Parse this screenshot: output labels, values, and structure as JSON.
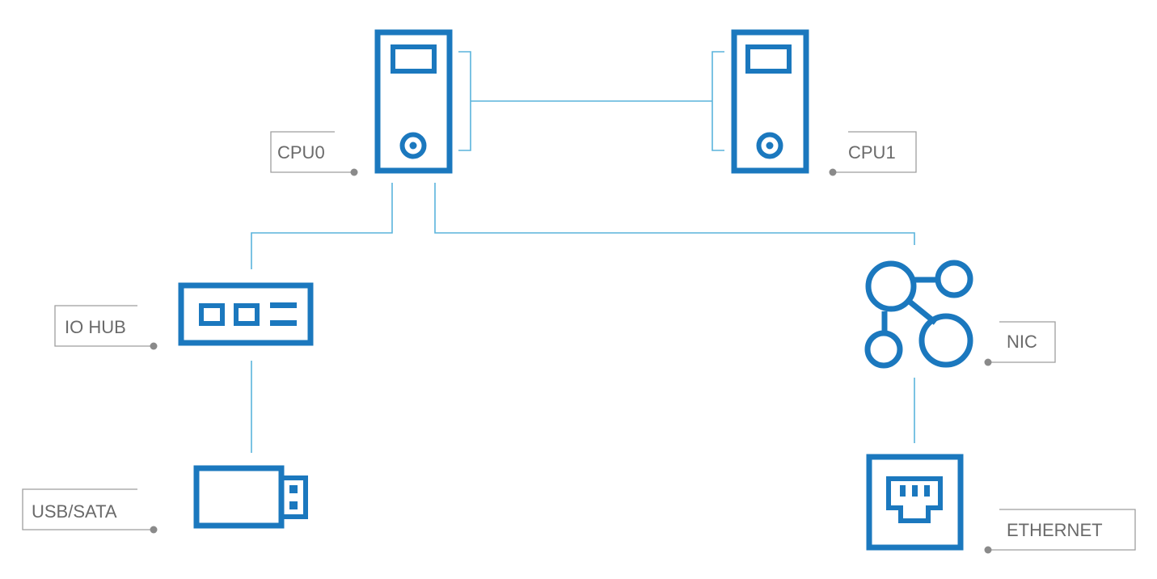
{
  "labels": {
    "cpu0": "CPU0",
    "cpu1": "CPU1",
    "io_hub": "IO HUB",
    "nic": "NIC",
    "usb_sata": "USB/SATA",
    "ethernet": "ETHERNET"
  },
  "colors": {
    "icon": "#1b78be",
    "connector": "#5ab4dc",
    "label_frame": "#9e9e9e",
    "label_text": "#6a6a6a"
  },
  "icons": {
    "cpu0": "server-tower-icon",
    "cpu1": "server-tower-icon",
    "io_hub": "hub-board-icon",
    "nic": "network-nodes-icon",
    "usb_sata": "usb-drive-icon",
    "ethernet": "ethernet-port-icon"
  }
}
